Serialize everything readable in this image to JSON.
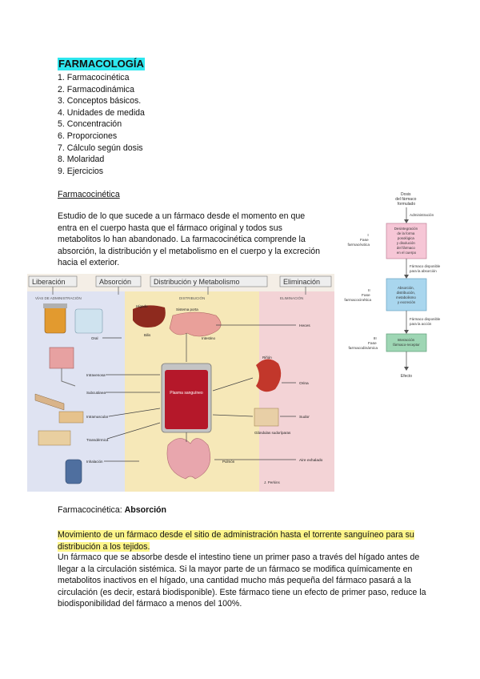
{
  "doc": {
    "title": "FARMACOLOGÍA",
    "toc": [
      "1. Farmacocinética",
      "2. Farmacodinámica",
      "3. Conceptos básicos.",
      "4. Unidades de medida",
      "5. Concentración",
      "6. Proporciones",
      "7. Cálculo según dosis",
      "8. Molaridad",
      "9. Ejercicios"
    ],
    "section1_heading": "Farmacocinética",
    "intro_text": "Estudio de lo que sucede a un fármaco desde el momento en que entra en el cuerpo hasta que el fármaco original y todos sus metabolitos lo han abandonado. La farmacocinética comprende la absorción, la distribución y el metabolismo en el cuerpo y la excreción hacia el exterior.",
    "section2_prefix": "Farmacocinética: ",
    "section2_bold": "Absorción",
    "highlight_text": "Movimiento de un fármaco desde el sitio de administración hasta el torrente sanguíneo para su distribución a los tejidos.",
    "paragraph": "Un fármaco que se absorbe desde el intestino tiene un primer paso a través del hígado antes de llegar a la circulación sistémica. Si la mayor parte de un fármaco se modifica químicamente en metabolitos inactivos en el hígado, una cantidad mucho más pequeña del fármaco pasará a la circulación (es decir, estará biodisponible). Este fármaco tiene un efecto de primer paso, reduce la biodisponibilidad del fármaco a menos del 100%."
  },
  "flowchart": {
    "top_label": [
      "Dosis",
      "del fármaco",
      "formulado"
    ],
    "admin_label": "Administración",
    "phase1_label": [
      "I",
      "Fase",
      "farmacéutica"
    ],
    "phase1_box": [
      "Desintegración",
      "de la forma",
      "posológica",
      "y disolución",
      "del fármaco",
      "en el cuerpo"
    ],
    "arrow1_label": [
      "Fármaco disponible",
      "para la absorción"
    ],
    "phase2_label": [
      "II",
      "Fase",
      "farmacocinética"
    ],
    "phase2_box": [
      "Absorción,",
      "distribución,",
      "metabolismo",
      "y excreción"
    ],
    "arrow2_label": [
      "Fármaco disponible",
      "para la acción"
    ],
    "phase3_label": [
      "III",
      "Fase",
      "farmacodinámica"
    ],
    "phase3_box": [
      "Interacción",
      "fármaco-receptor"
    ],
    "bottom_label": "Efecto",
    "colors": {
      "phase1": "#f6c6d6",
      "phase2": "#a9d6ee",
      "phase3": "#9ed6b4"
    }
  },
  "body_diagram": {
    "headers": [
      "Liberación",
      "Absorción",
      "Distribución y Metabolismo",
      "Eliminación"
    ],
    "subheaders": [
      "VÍAS DE ADMINISTRACIÓN",
      "DISTRIBUCIÓN",
      "ELIMINACIÓN"
    ],
    "routes": [
      "Oral",
      "Intravenosa",
      "Subcutánea",
      "Intramuscular",
      "Transdérmica",
      "Inhalación"
    ],
    "organs": [
      "Hígado",
      "Sistema porta",
      "Intestino",
      "Bilis",
      "Plasma sanguíneo",
      "Riñón",
      "Glándulas sudoríparas",
      "Pulmón"
    ],
    "eliminations": [
      "Heces",
      "Orina",
      "Sudor",
      "Aire exhalado"
    ],
    "credit": "J. Perkins"
  }
}
